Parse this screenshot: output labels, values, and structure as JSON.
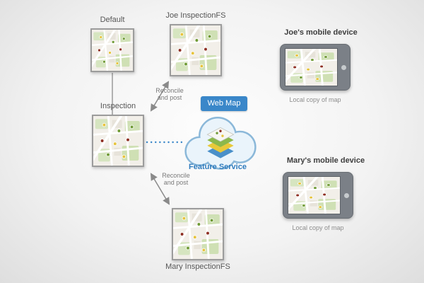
{
  "colors": {
    "accent_blue": "#3a87c9",
    "feature_service_text": "#2f7cbe",
    "cloud_fill": "#eaf4fb",
    "cloud_stroke": "#8bb8d9",
    "arrow_gray": "#8a8a8a",
    "label_gray": "#565656",
    "caption_gray": "#8d8d8d",
    "marker_green": "#6f9a34",
    "marker_yellow": "#e6c33c",
    "marker_red": "#8e2f23"
  },
  "versions": {
    "default": {
      "label": "Default"
    },
    "joe": {
      "label": "Joe InspectionFS"
    },
    "inspection": {
      "label": "Inspection"
    },
    "mary": {
      "label": "Mary InspectionFS"
    }
  },
  "service": {
    "web_map_label": "Web Map",
    "feature_service_label": "Feature Service"
  },
  "sync": {
    "top": {
      "line1": "Reconcile",
      "line2": "and post"
    },
    "bottom": {
      "line1": "Reconcile",
      "line2": "and post"
    }
  },
  "devices": {
    "joe": {
      "title": "Joe's mobile device",
      "caption": "Local copy of map"
    },
    "mary": {
      "title": "Mary's mobile device",
      "caption": "Local copy of map"
    }
  }
}
